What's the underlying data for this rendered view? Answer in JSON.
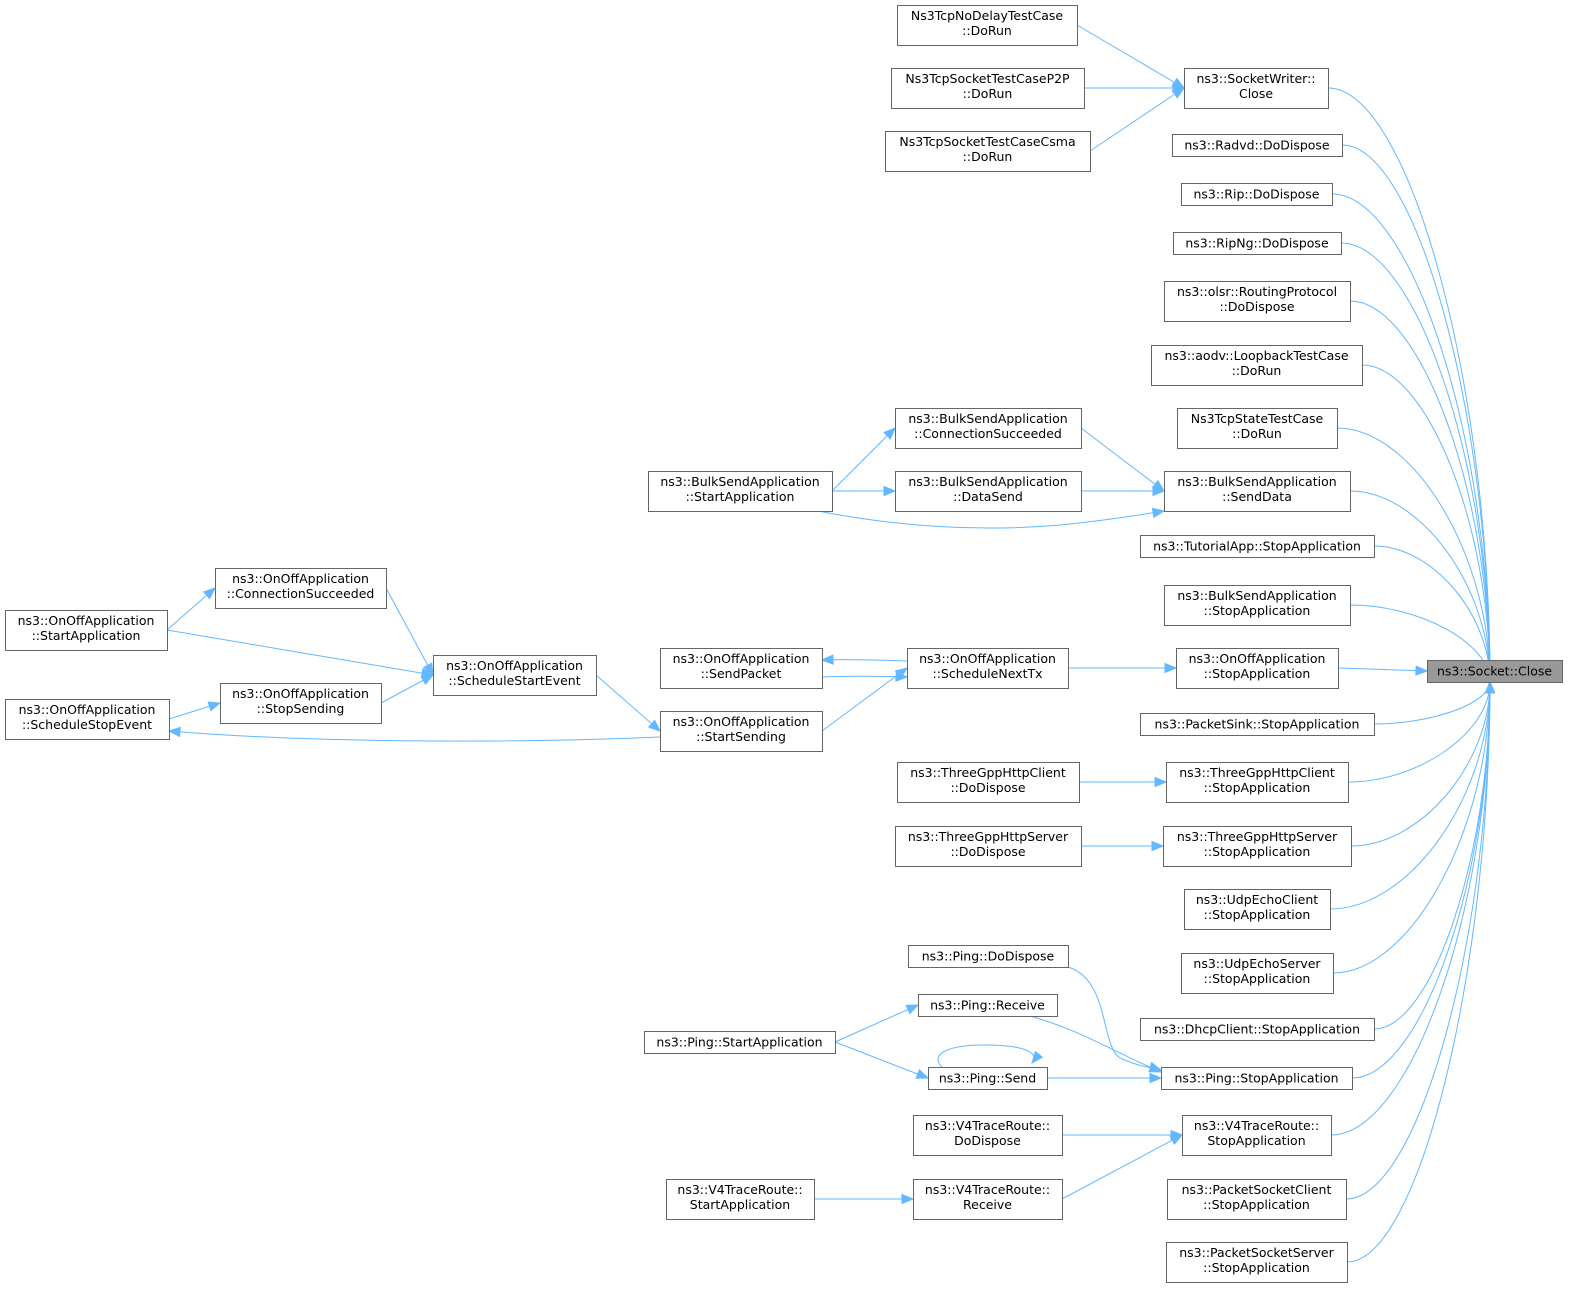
{
  "graph": {
    "edge_color": "#63b8ff",
    "target_fill": "#999999",
    "nodes": [
      {
        "id": "close",
        "lines": [
          "ns3::Socket::Close"
        ],
        "target": true
      },
      {
        "id": "sw",
        "lines": [
          "ns3::SocketWriter::",
          "Close"
        ]
      },
      {
        "id": "nodelay",
        "lines": [
          "Ns3TcpNoDelayTestCase",
          "::DoRun"
        ]
      },
      {
        "id": "p2p",
        "lines": [
          "Ns3TcpSocketTestCaseP2P",
          "::DoRun"
        ]
      },
      {
        "id": "csma",
        "lines": [
          "Ns3TcpSocketTestCaseCsma",
          "::DoRun"
        ]
      },
      {
        "id": "radvd",
        "lines": [
          "ns3::Radvd::DoDispose"
        ]
      },
      {
        "id": "rip",
        "lines": [
          "ns3::Rip::DoDispose"
        ]
      },
      {
        "id": "ripng",
        "lines": [
          "ns3::RipNg::DoDispose"
        ]
      },
      {
        "id": "olsr",
        "lines": [
          "ns3::olsr::RoutingProtocol",
          "::DoDispose"
        ]
      },
      {
        "id": "aodv",
        "lines": [
          "ns3::aodv::LoopbackTestCase",
          "::DoRun"
        ]
      },
      {
        "id": "tcpstate",
        "lines": [
          "Ns3TcpStateTestCase",
          "::DoRun"
        ]
      },
      {
        "id": "bsa_sd",
        "lines": [
          "ns3::BulkSendApplication",
          "::SendData"
        ]
      },
      {
        "id": "bsa_cs",
        "lines": [
          "ns3::BulkSendApplication",
          "::ConnectionSucceeded"
        ]
      },
      {
        "id": "bsa_ds",
        "lines": [
          "ns3::BulkSendApplication",
          "::DataSend"
        ]
      },
      {
        "id": "bsa_start",
        "lines": [
          "ns3::BulkSendApplication",
          "::StartApplication"
        ]
      },
      {
        "id": "tut",
        "lines": [
          "ns3::TutorialApp::StopApplication"
        ]
      },
      {
        "id": "bsa_stop",
        "lines": [
          "ns3::BulkSendApplication",
          "::StopApplication"
        ]
      },
      {
        "id": "ooa_stop",
        "lines": [
          "ns3::OnOffApplication",
          "::StopApplication"
        ]
      },
      {
        "id": "ooa_snt",
        "lines": [
          "ns3::OnOffApplication",
          "::ScheduleNextTx"
        ]
      },
      {
        "id": "ooa_sp",
        "lines": [
          "ns3::OnOffApplication",
          "::SendPacket"
        ]
      },
      {
        "id": "ooa_ss",
        "lines": [
          "ns3::OnOffApplication",
          "::StartSending"
        ]
      },
      {
        "id": "ooa_sse",
        "lines": [
          "ns3::OnOffApplication",
          "::ScheduleStartEvent"
        ]
      },
      {
        "id": "ooa_cs",
        "lines": [
          "ns3::OnOffApplication",
          "::ConnectionSucceeded"
        ]
      },
      {
        "id": "ooa_start",
        "lines": [
          "ns3::OnOffApplication",
          "::StartApplication"
        ]
      },
      {
        "id": "ooa_stopsend",
        "lines": [
          "ns3::OnOffApplication",
          "::StopSending"
        ]
      },
      {
        "id": "ooa_sste",
        "lines": [
          "ns3::OnOffApplication",
          "::ScheduleStopEvent"
        ]
      },
      {
        "id": "sink",
        "lines": [
          "ns3::PacketSink::StopApplication"
        ]
      },
      {
        "id": "hc_stop",
        "lines": [
          "ns3::ThreeGppHttpClient",
          "::StopApplication"
        ]
      },
      {
        "id": "hc_dd",
        "lines": [
          "ns3::ThreeGppHttpClient",
          "::DoDispose"
        ]
      },
      {
        "id": "hs_stop",
        "lines": [
          "ns3::ThreeGppHttpServer",
          "::StopApplication"
        ]
      },
      {
        "id": "hs_dd",
        "lines": [
          "ns3::ThreeGppHttpServer",
          "::DoDispose"
        ]
      },
      {
        "id": "uec",
        "lines": [
          "ns3::UdpEchoClient",
          "::StopApplication"
        ]
      },
      {
        "id": "ues",
        "lines": [
          "ns3::UdpEchoServer",
          "::StopApplication"
        ]
      },
      {
        "id": "dhcp",
        "lines": [
          "ns3::DhcpClient::StopApplication"
        ]
      },
      {
        "id": "ping_stop",
        "lines": [
          "ns3::Ping::StopApplication"
        ]
      },
      {
        "id": "ping_dd",
        "lines": [
          "ns3::Ping::DoDispose"
        ]
      },
      {
        "id": "ping_recv",
        "lines": [
          "ns3::Ping::Receive"
        ]
      },
      {
        "id": "ping_send",
        "lines": [
          "ns3::Ping::Send"
        ]
      },
      {
        "id": "ping_start",
        "lines": [
          "ns3::Ping::StartApplication"
        ]
      },
      {
        "id": "v4_stop",
        "lines": [
          "ns3::V4TraceRoute::",
          "StopApplication"
        ]
      },
      {
        "id": "v4_dd",
        "lines": [
          "ns3::V4TraceRoute::",
          "DoDispose"
        ]
      },
      {
        "id": "v4_recv",
        "lines": [
          "ns3::V4TraceRoute::",
          "Receive"
        ]
      },
      {
        "id": "v4_start",
        "lines": [
          "ns3::V4TraceRoute::",
          "StartApplication"
        ]
      },
      {
        "id": "psc",
        "lines": [
          "ns3::PacketSocketClient",
          "::StopApplication"
        ]
      },
      {
        "id": "pss",
        "lines": [
          "ns3::PacketSocketServer",
          "::StopApplication"
        ]
      }
    ],
    "edges": [
      [
        "sw",
        "close"
      ],
      [
        "radvd",
        "close"
      ],
      [
        "rip",
        "close"
      ],
      [
        "ripng",
        "close"
      ],
      [
        "olsr",
        "close"
      ],
      [
        "aodv",
        "close"
      ],
      [
        "tcpstate",
        "close"
      ],
      [
        "bsa_sd",
        "close"
      ],
      [
        "tut",
        "close"
      ],
      [
        "bsa_stop",
        "close"
      ],
      [
        "ooa_stop",
        "close"
      ],
      [
        "sink",
        "close"
      ],
      [
        "hc_stop",
        "close"
      ],
      [
        "hs_stop",
        "close"
      ],
      [
        "uec",
        "close"
      ],
      [
        "ues",
        "close"
      ],
      [
        "dhcp",
        "close"
      ],
      [
        "ping_stop",
        "close"
      ],
      [
        "v4_stop",
        "close"
      ],
      [
        "psc",
        "close"
      ],
      [
        "pss",
        "close"
      ],
      [
        "nodelay",
        "sw"
      ],
      [
        "p2p",
        "sw"
      ],
      [
        "csma",
        "sw"
      ],
      [
        "bsa_cs",
        "bsa_sd"
      ],
      [
        "bsa_ds",
        "bsa_sd"
      ],
      [
        "bsa_start",
        "bsa_sd"
      ],
      [
        "bsa_start",
        "bsa_cs"
      ],
      [
        "bsa_start",
        "bsa_ds"
      ],
      [
        "ooa_snt",
        "ooa_stop"
      ],
      [
        "ooa_sp",
        "ooa_snt"
      ],
      [
        "ooa_snt",
        "ooa_sp"
      ],
      [
        "ooa_ss",
        "ooa_snt"
      ],
      [
        "ooa_sse",
        "ooa_ss"
      ],
      [
        "ooa_cs",
        "ooa_sse"
      ],
      [
        "ooa_start",
        "ooa_sse"
      ],
      [
        "ooa_stopsend",
        "ooa_sse"
      ],
      [
        "ooa_start",
        "ooa_cs"
      ],
      [
        "ooa_sste",
        "ooa_stopsend"
      ],
      [
        "ooa_ss",
        "ooa_sste"
      ],
      [
        "hc_dd",
        "hc_stop"
      ],
      [
        "hs_dd",
        "hs_stop"
      ],
      [
        "ping_dd",
        "ping_stop"
      ],
      [
        "ping_recv",
        "ping_stop"
      ],
      [
        "ping_send",
        "ping_stop"
      ],
      [
        "ping_start",
        "ping_recv"
      ],
      [
        "ping_start",
        "ping_send"
      ],
      [
        "ping_send",
        "ping_send"
      ],
      [
        "v4_dd",
        "v4_stop"
      ],
      [
        "v4_recv",
        "v4_stop"
      ],
      [
        "v4_start",
        "v4_recv"
      ]
    ]
  }
}
